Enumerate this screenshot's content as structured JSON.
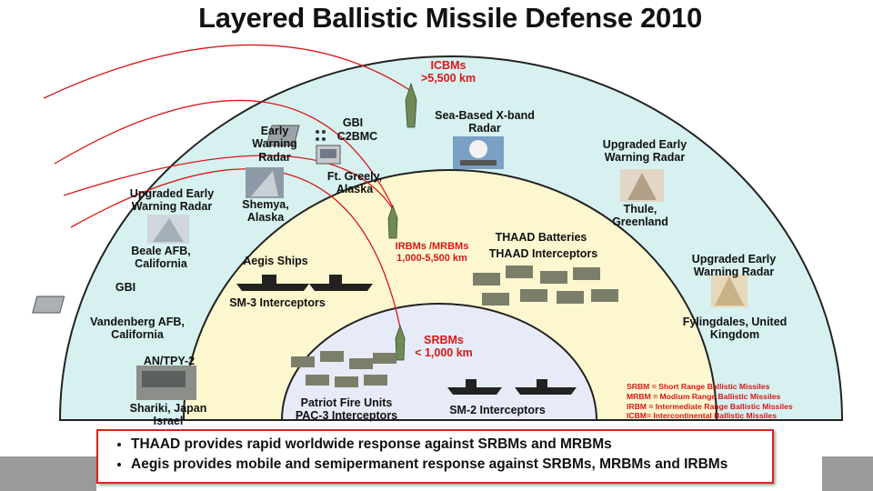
{
  "title": "Layered Ballistic Missile Defense 2010",
  "tiers": {
    "icbm": {
      "name": "ICBMs",
      "range": ">5,500 km"
    },
    "irbm": {
      "name": "IRBMs /MRBMs",
      "range": "1,000-5,500 km"
    },
    "srbm": {
      "name": "SRBMs",
      "range": "< 1,000 km"
    }
  },
  "labels": {
    "gbi_top": "GBI",
    "c2bmc": "C2BMC",
    "ft_greely": "Ft. Greely, Alaska",
    "early_warning": "Early Warning Radar",
    "shemya": "Shemya, Alaska",
    "sea_based": "Sea-Based X-band Radar",
    "upgraded_left": "Upgraded Early Warning Radar",
    "beale": "Beale AFB, California",
    "gbi_left": "GBI",
    "vandenberg": "Vandenberg AFB, California",
    "an_tpy2": "AN/TPY-2",
    "shariki": "Shariki, Japan Israel",
    "aegis_ships": "Aegis Ships",
    "sm3": "SM-3 Interceptors",
    "thaad_batteries": "THAAD Batteries",
    "thaad_interceptors": "THAAD Interceptors",
    "upgraded_thule": "Upgraded Early Warning Radar",
    "thule": "Thule, Greenland",
    "upgraded_fyl": "Upgraded Early Warning Radar",
    "fylingdales": "Fylingdales, United Kingdom",
    "patriot": "Patriot Fire Units",
    "pac3": "PAC-3 Interceptors",
    "sm2": "SM-2 Interceptors"
  },
  "legend": [
    "SRBM = Short Range Ballistic Missiles",
    "MRBM = Modium Range Ballistic Missiles",
    "IRBM = Intermediate Range Ballistic Missiles",
    "ICBM= Intercontinental Ballistic Missiles"
  ],
  "bullets": [
    "THAAD provides rapid worldwide response against SRBMs and MRBMs",
    "Aegis provides mobile and semipermanent response against SRBMs, MRBMs and IRBMs"
  ],
  "colors": {
    "outer_zone": "#d6f1f0",
    "middle_zone": "#fdf7cf",
    "inner_zone": "#e7ebf7",
    "arc_stroke": "#222222",
    "trajectory": "#d81818",
    "missile": "#6f8a55",
    "accent_red": "#d81818"
  }
}
